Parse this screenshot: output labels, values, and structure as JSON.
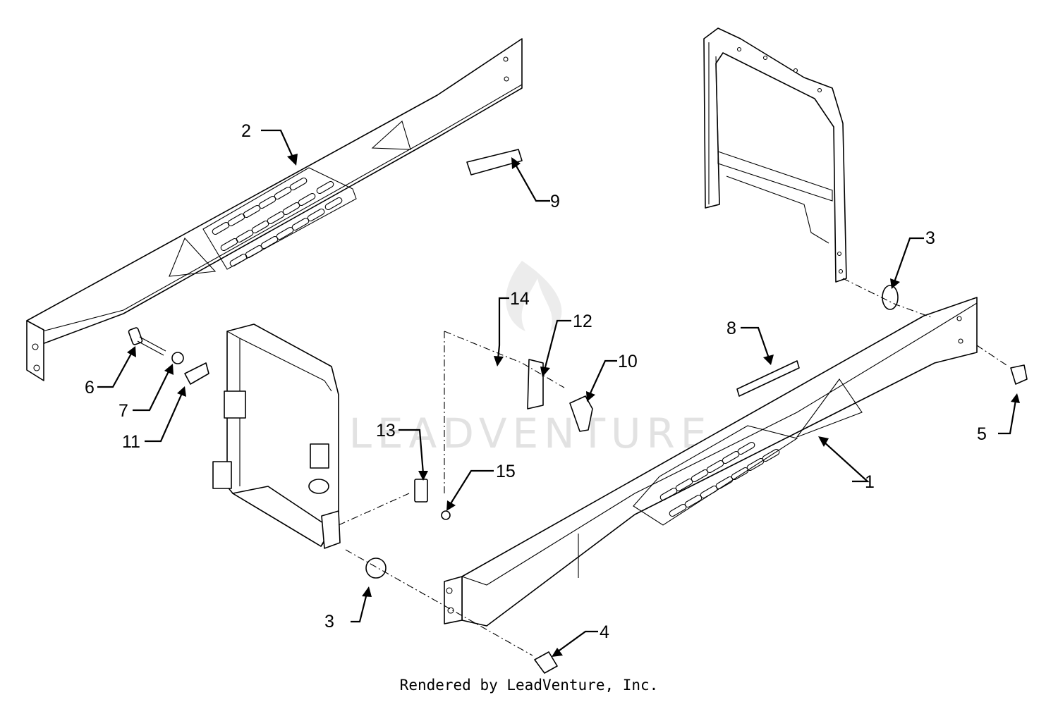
{
  "watermark": "LEADVENTURE",
  "footer": "Rendered by LeadVenture, Inc.",
  "callouts": {
    "c1": "1",
    "c2": "2",
    "c3a": "3",
    "c3b": "3",
    "c4": "4",
    "c5": "5",
    "c6": "6",
    "c7": "7",
    "c8": "8",
    "c9": "9",
    "c10": "10",
    "c11": "11",
    "c12": "12",
    "c13": "13",
    "c14": "14",
    "c15": "15"
  }
}
